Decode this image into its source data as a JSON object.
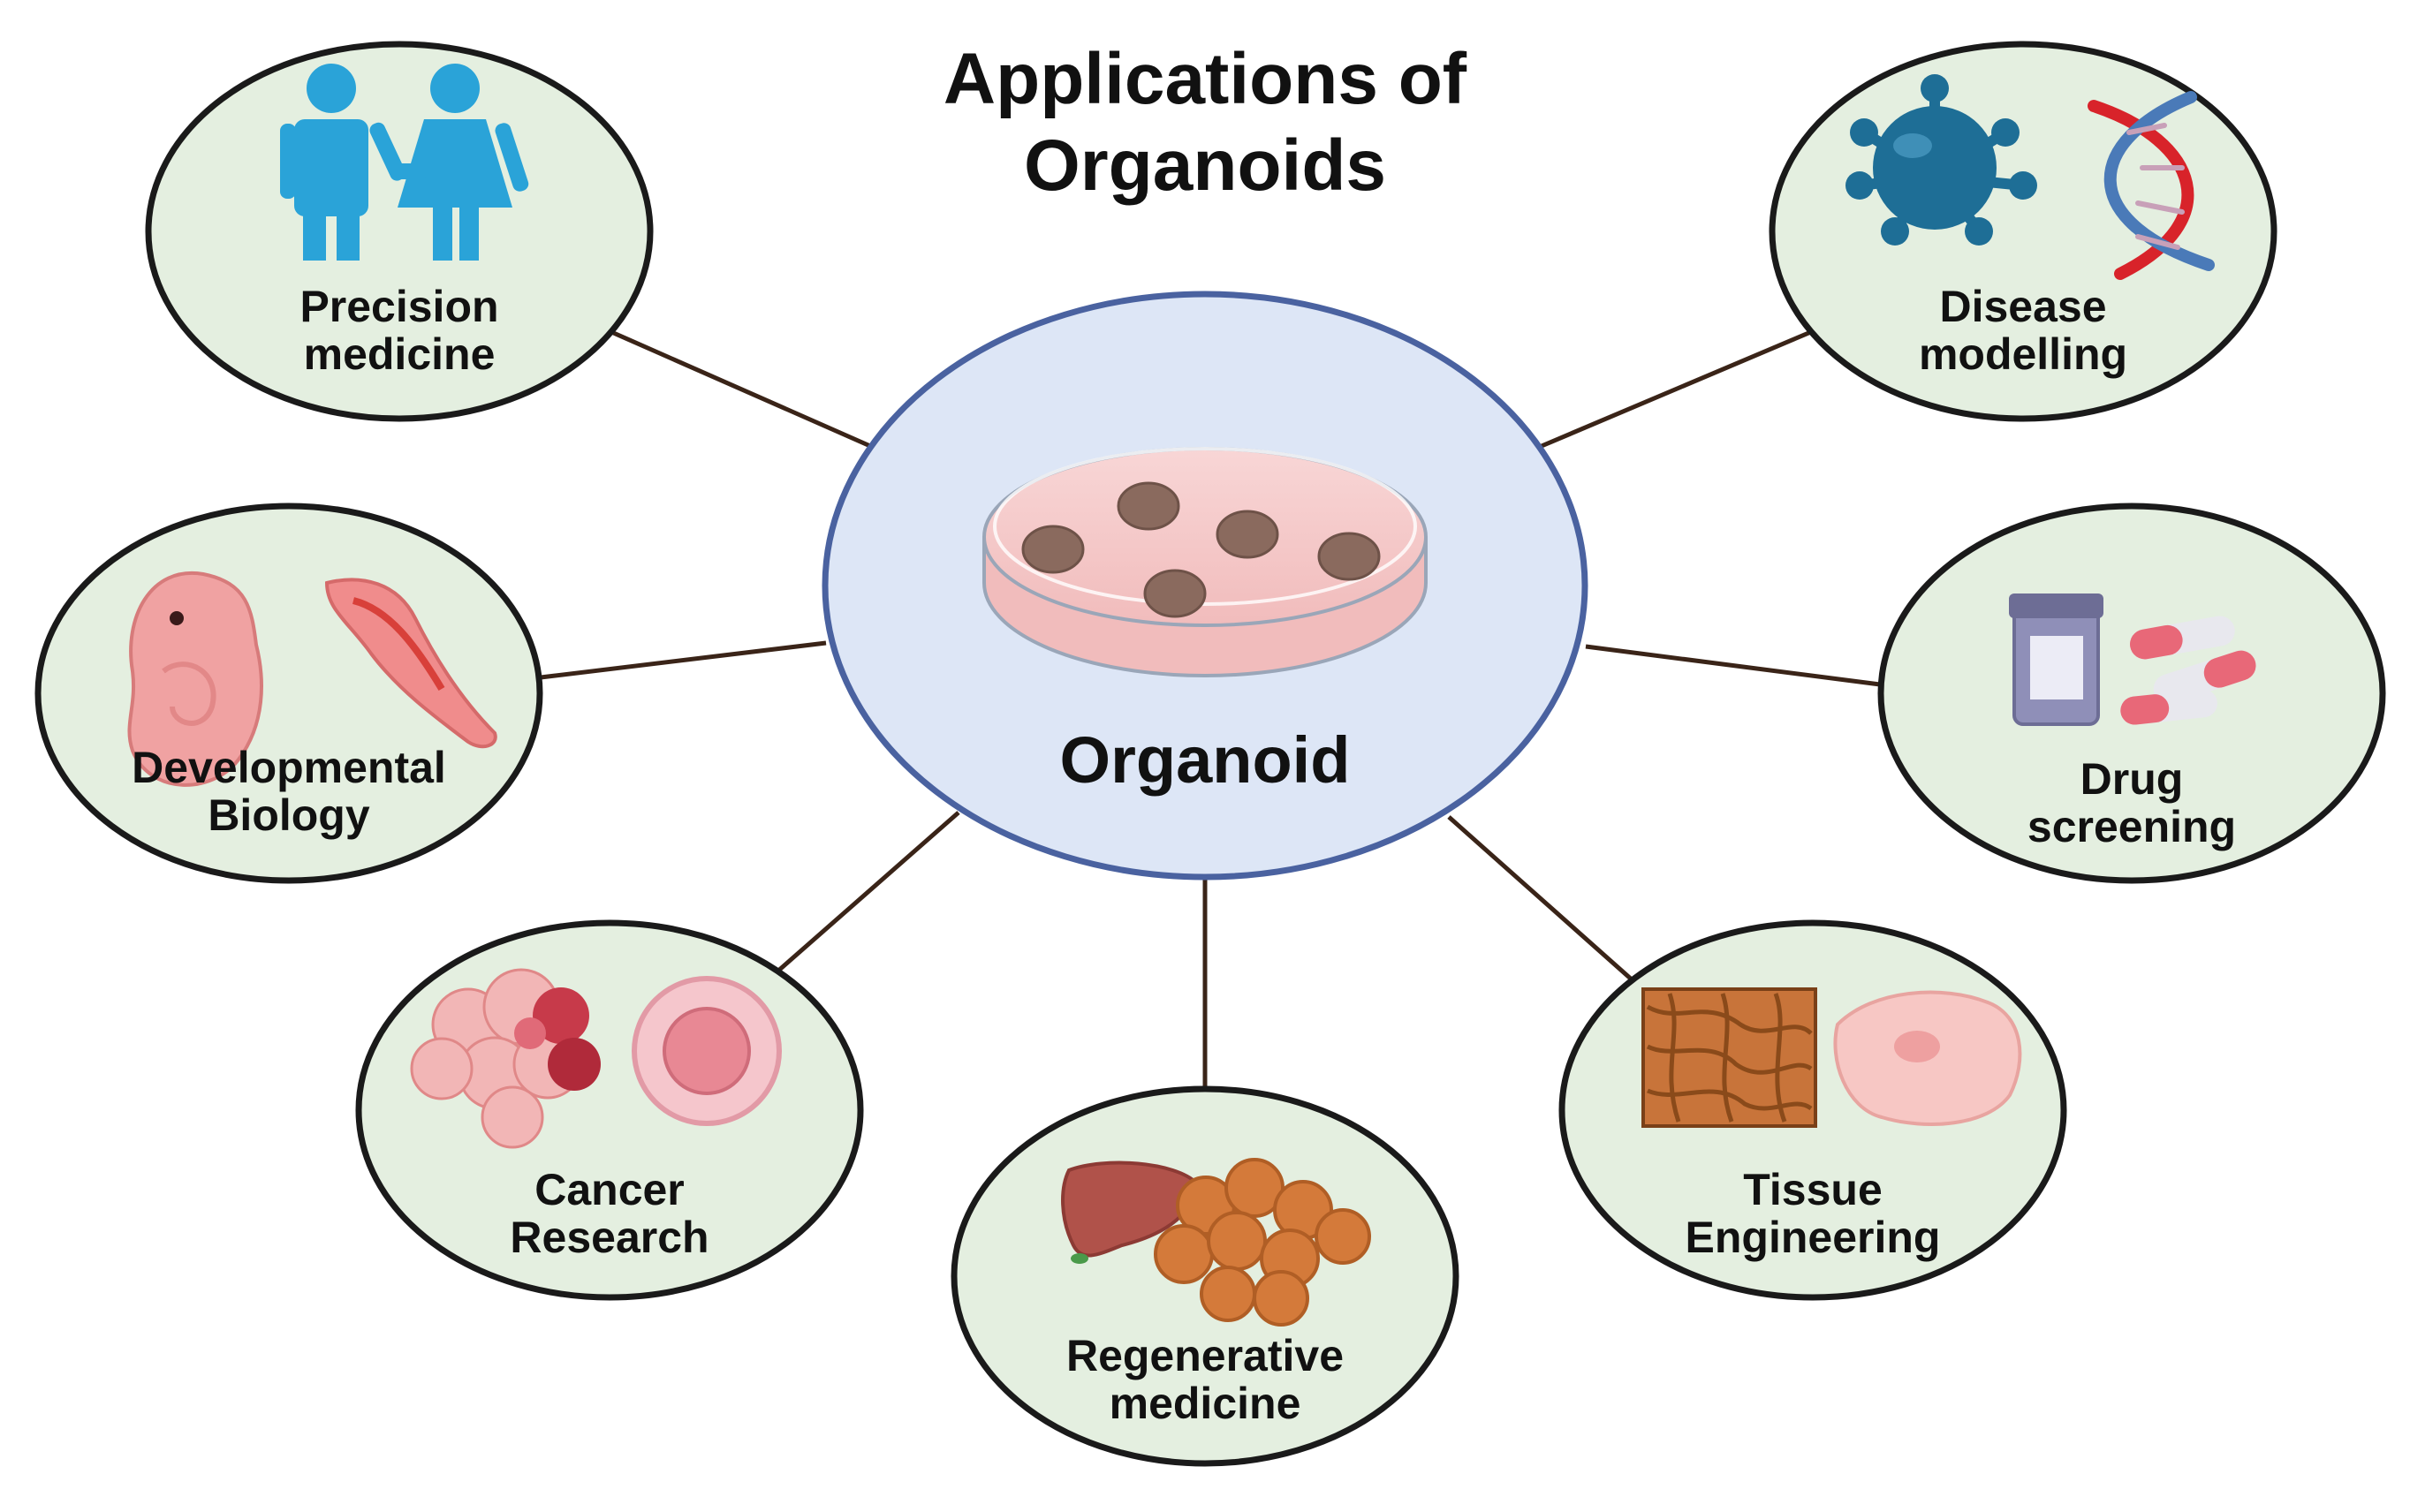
{
  "title": {
    "line1": "Applications of",
    "line2": "Organoids"
  },
  "center": {
    "label": "Organoid"
  },
  "nodes": [
    {
      "id": "precision-medicine",
      "line1": "Precision",
      "line2": "medicine"
    },
    {
      "id": "disease-modelling",
      "line1": "Disease",
      "line2": "modelling"
    },
    {
      "id": "developmental-biology",
      "line1": "Developmental",
      "line2": "Biology"
    },
    {
      "id": "drug-screening",
      "line1": "Drug",
      "line2": "screening"
    },
    {
      "id": "cancer-research",
      "line1": "Cancer",
      "line2": "Research"
    },
    {
      "id": "regenerative-medicine",
      "line1": "Regenerative",
      "line2": "medicine"
    },
    {
      "id": "tissue-engineering",
      "line1": "Tissue",
      "line2": "Engineering"
    }
  ],
  "colors": {
    "node_fill": "#e4efe0",
    "node_stroke": "#1a1a1a",
    "center_fill": "#dde6f6",
    "center_stroke": "#4a62a0",
    "connector": "#3a2418",
    "person": "#2aa3d8",
    "virus": "#1e6e96",
    "dish_media": "#f3c6c6",
    "organoid": "#8a6a5e",
    "tumor": "#e8a0a8",
    "liver": "#b0524a",
    "hepatocytes": "#d47a3a",
    "scaffold": "#c8743a",
    "cell": "#f7c7c4"
  }
}
